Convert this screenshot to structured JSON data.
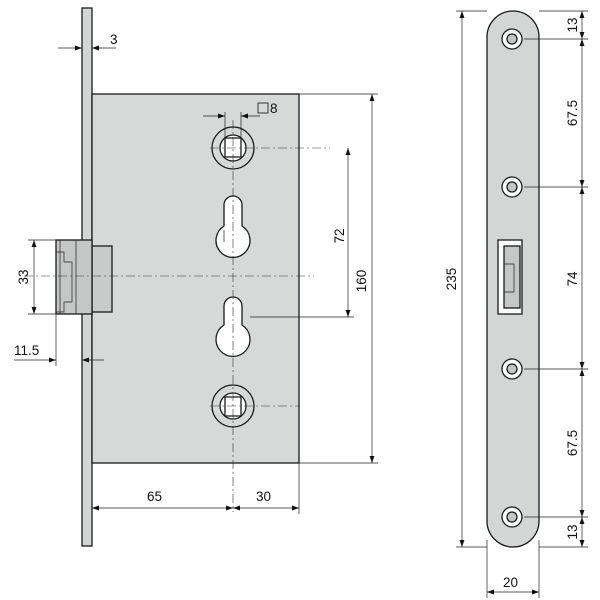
{
  "colors": {
    "body": "#d7d9d9",
    "plate": "#d4d6d6",
    "latch": "#c5c7c7",
    "hole": "#ffffff",
    "line": "#1a1a1a"
  },
  "labels": {
    "faceplate_thickness": "3",
    "spindle_square": "8",
    "cylinder_distance": "72",
    "case_height": "160",
    "latch_height": "33",
    "latch_projection": "11.5",
    "backset": "65",
    "spindle_offset": "30",
    "plate_length": "235",
    "screw_top_offset": "13",
    "screw_spacing_upper": "67.5",
    "screw_spacing_middle": "74",
    "screw_spacing_lower": "67.5",
    "screw_bottom_offset": "13",
    "plate_width": "20"
  }
}
